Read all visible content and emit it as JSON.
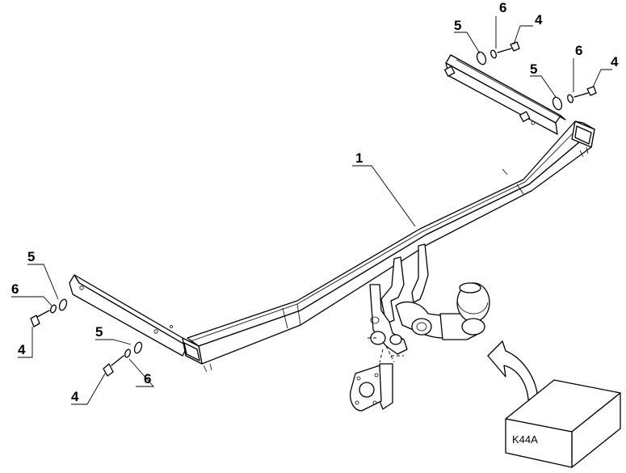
{
  "callouts": {
    "c1": "1",
    "c4a": "4",
    "c5a": "5",
    "c6a": "6",
    "c4b": "4",
    "c5b": "5",
    "c6b": "6",
    "c4c": "4",
    "c5c": "5",
    "c6c": "6",
    "c4d": "4",
    "c5d": "5",
    "c6d": "6"
  },
  "kit_box": {
    "label": "K44A"
  },
  "colors": {
    "line": "#000000",
    "background": "#ffffff"
  }
}
